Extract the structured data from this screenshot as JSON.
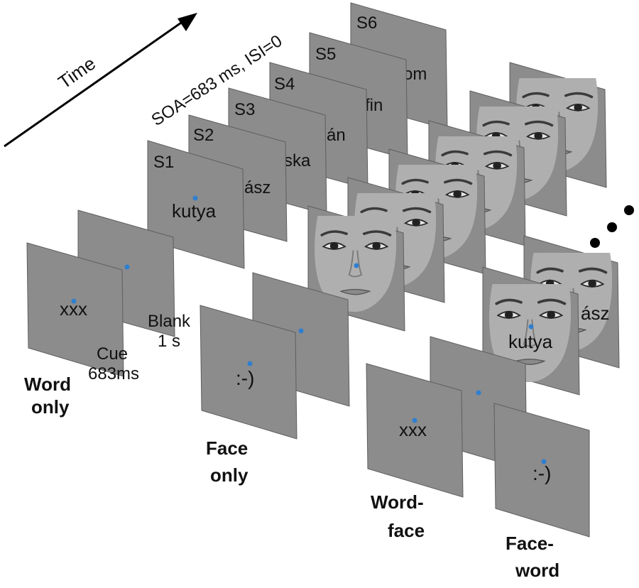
{
  "timeline": {
    "time_label": "Time",
    "soa_label": "SOA=683 ms, ISI=0"
  },
  "stimuli": {
    "s1_label": "S1",
    "s1_word": "kutya",
    "s2_label": "S2",
    "s2_word": "ász",
    "s3_label": "S3",
    "s3_word": "ska",
    "s4_label": "S4",
    "s4_word": "án",
    "s5_label": "S5",
    "s5_word": "fin",
    "s6_label": "S6",
    "s6_word": "om"
  },
  "word_only": {
    "cue_symbol": "xxx",
    "cue_label_1": "Cue",
    "cue_label_2": "683ms",
    "blank_label_1": "Blank",
    "blank_label_2": "1 s",
    "label_1": "Word",
    "label_2": "only"
  },
  "face_only": {
    "cue_symbol": ":-)",
    "label_1": "Face",
    "label_2": "only"
  },
  "word_face": {
    "cue_symbol": "xxx",
    "label_1": "Word-",
    "label_2": "face"
  },
  "face_word": {
    "cue_symbol": ":-)",
    "front_word": "kutya",
    "back_word": "ász",
    "label_1": "Face-",
    "label_2": "word"
  },
  "colors": {
    "panel": "#8c8c8c",
    "fixation_dot": "#2e7fd0",
    "face_skin": "#b4b4b4"
  }
}
